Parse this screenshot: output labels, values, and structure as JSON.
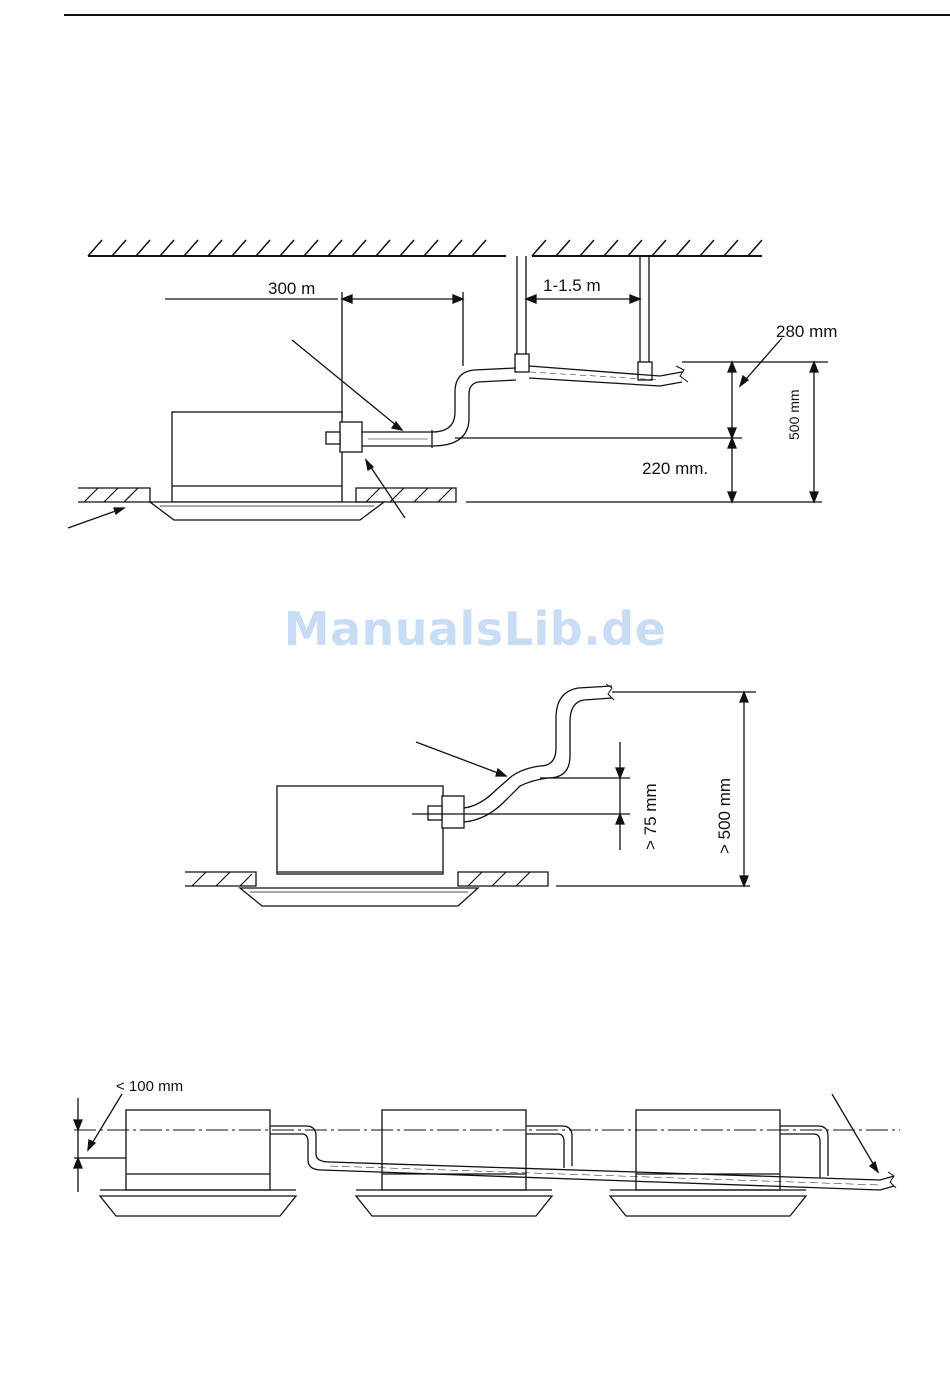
{
  "watermark": "ManualsLib.de",
  "figure1": {
    "label_pipe_run": "300 m",
    "label_hanger_spacing": "1-1.5 m",
    "label_slope": "280 mm",
    "label_total_height": "500 mm",
    "label_outlet_height": "220 mm."
  },
  "figure2": {
    "label_rise": "> 75 mm",
    "label_total_height": "> 500 mm"
  },
  "figure3": {
    "label_max_offset": "< 100 mm"
  }
}
